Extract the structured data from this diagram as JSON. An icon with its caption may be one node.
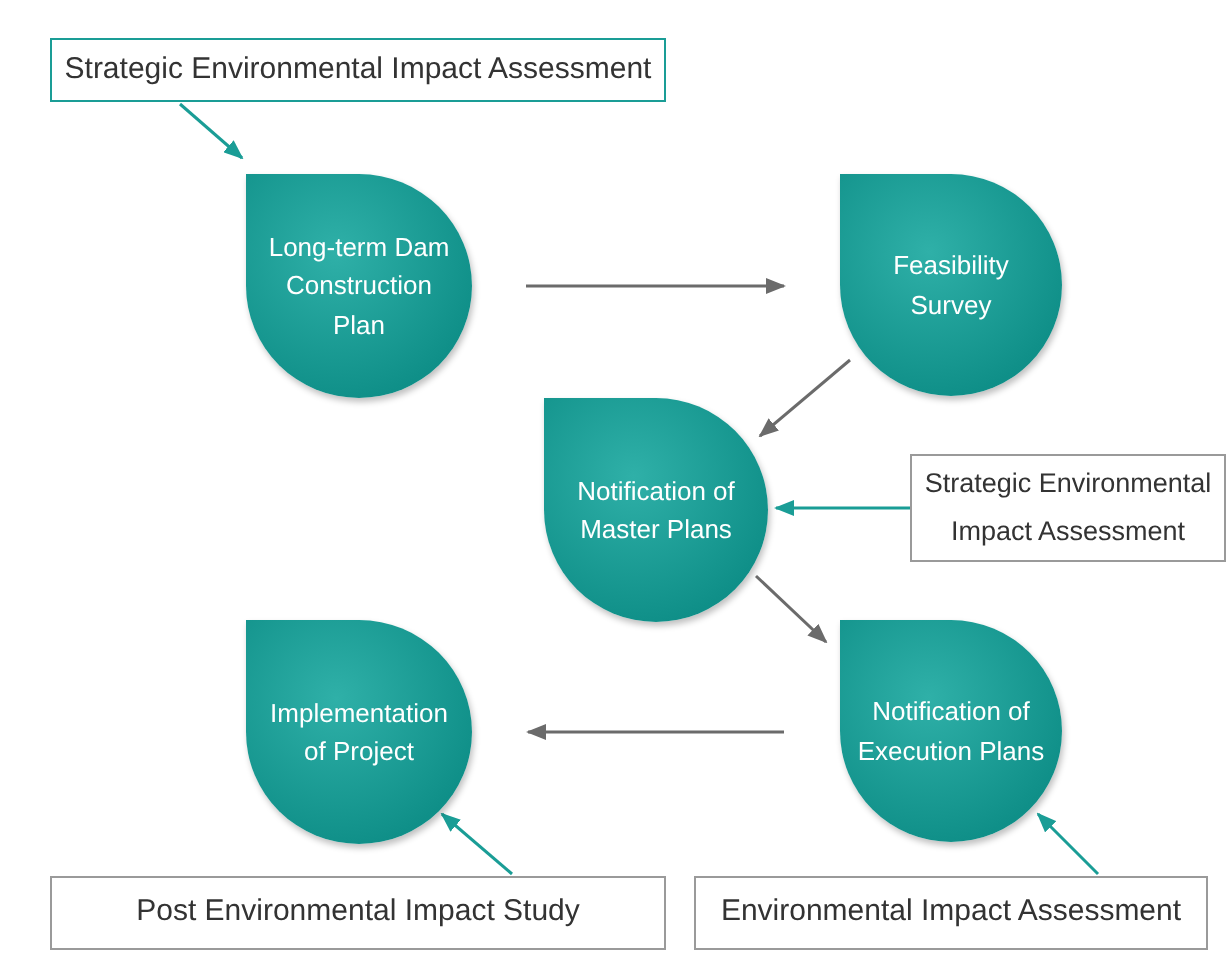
{
  "diagram": {
    "nodes": [
      {
        "text": [
          "Strategic Environmental Impact Assessment"
        ]
      },
      {
        "text": [
          "Long-term Dam Construction Plan"
        ]
      },
      {
        "text": [
          "Feasibility Survey"
        ]
      },
      {
        "text": [
          "Notification of Master Plans"
        ]
      },
      {
        "text": [
          "Strategic Environmental Impact Assessment"
        ]
      },
      {
        "text": [
          "Implementation of Project"
        ]
      },
      {
        "text": [
          "Notification of Execution Plans"
        ]
      },
      {
        "text": [
          "Post Environmental Impact Study"
        ]
      },
      {
        "text": [
          "Environmental Impact Assessment"
        ]
      }
    ],
    "edges": [
      {
        "from": 0,
        "to": 1,
        "arrow": "to",
        "color": "#1a9d96"
      },
      {
        "from": 1,
        "to": 2,
        "arrow": "to"
      },
      {
        "from": 2,
        "to": 3,
        "arrow": "to"
      },
      {
        "from": 4,
        "to": 3,
        "arrow": "to",
        "color": "#1a9d96"
      },
      {
        "from": 3,
        "to": 6,
        "arrow": "to"
      },
      {
        "from": 6,
        "to": 5,
        "arrow": "to"
      },
      {
        "from": 7,
        "to": 5,
        "arrow": "to",
        "color": "#1a9d96"
      },
      {
        "from": 8,
        "to": 6,
        "arrow": "to",
        "color": "#1a9d96"
      }
    ]
  }
}
